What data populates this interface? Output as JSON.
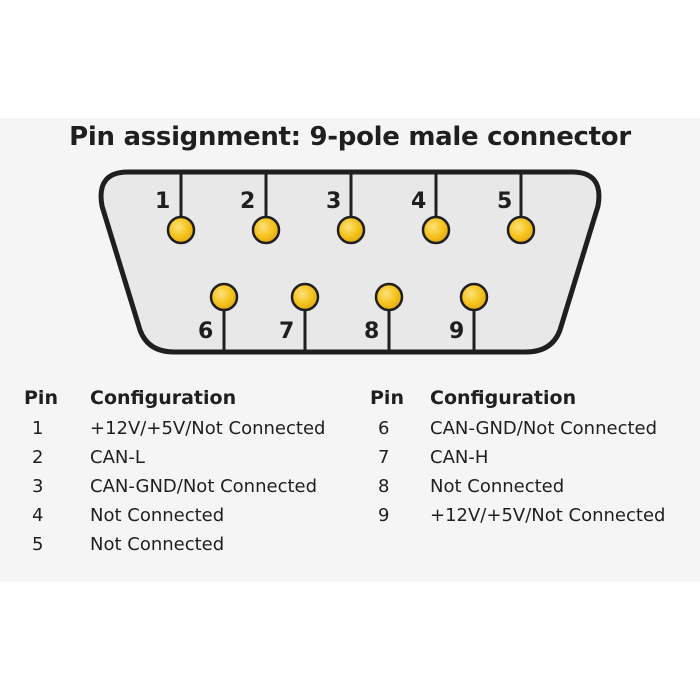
{
  "title": "Pin assignment: 9-pole male connector",
  "colors": {
    "pin_fill": "#f5c21b",
    "pin_stroke": "#1f1f1f",
    "shell_fill": "#e8e8e8",
    "shell_stroke": "#1f1f1f",
    "background": "#f5f5f5"
  },
  "pins": [
    {
      "number": "1"
    },
    {
      "number": "2"
    },
    {
      "number": "3"
    },
    {
      "number": "4"
    },
    {
      "number": "5"
    },
    {
      "number": "6"
    },
    {
      "number": "7"
    },
    {
      "number": "8"
    },
    {
      "number": "9"
    }
  ],
  "table": {
    "pin_header": "Pin",
    "config_header": "Configuration",
    "left_rows": [
      {
        "pin": "1",
        "config": "+12V/+5V/Not Connected"
      },
      {
        "pin": "2",
        "config": "CAN-L"
      },
      {
        "pin": "3",
        "config": "CAN-GND/Not Connected"
      },
      {
        "pin": "4",
        "config": "Not Connected"
      },
      {
        "pin": "5",
        "config": "Not Connected"
      }
    ],
    "right_rows": [
      {
        "pin": "6",
        "config": "CAN-GND/Not Connected"
      },
      {
        "pin": "7",
        "config": "CAN-H"
      },
      {
        "pin": "8",
        "config": "Not Connected"
      },
      {
        "pin": "9",
        "config": "+12V/+5V/Not Connected"
      }
    ]
  }
}
